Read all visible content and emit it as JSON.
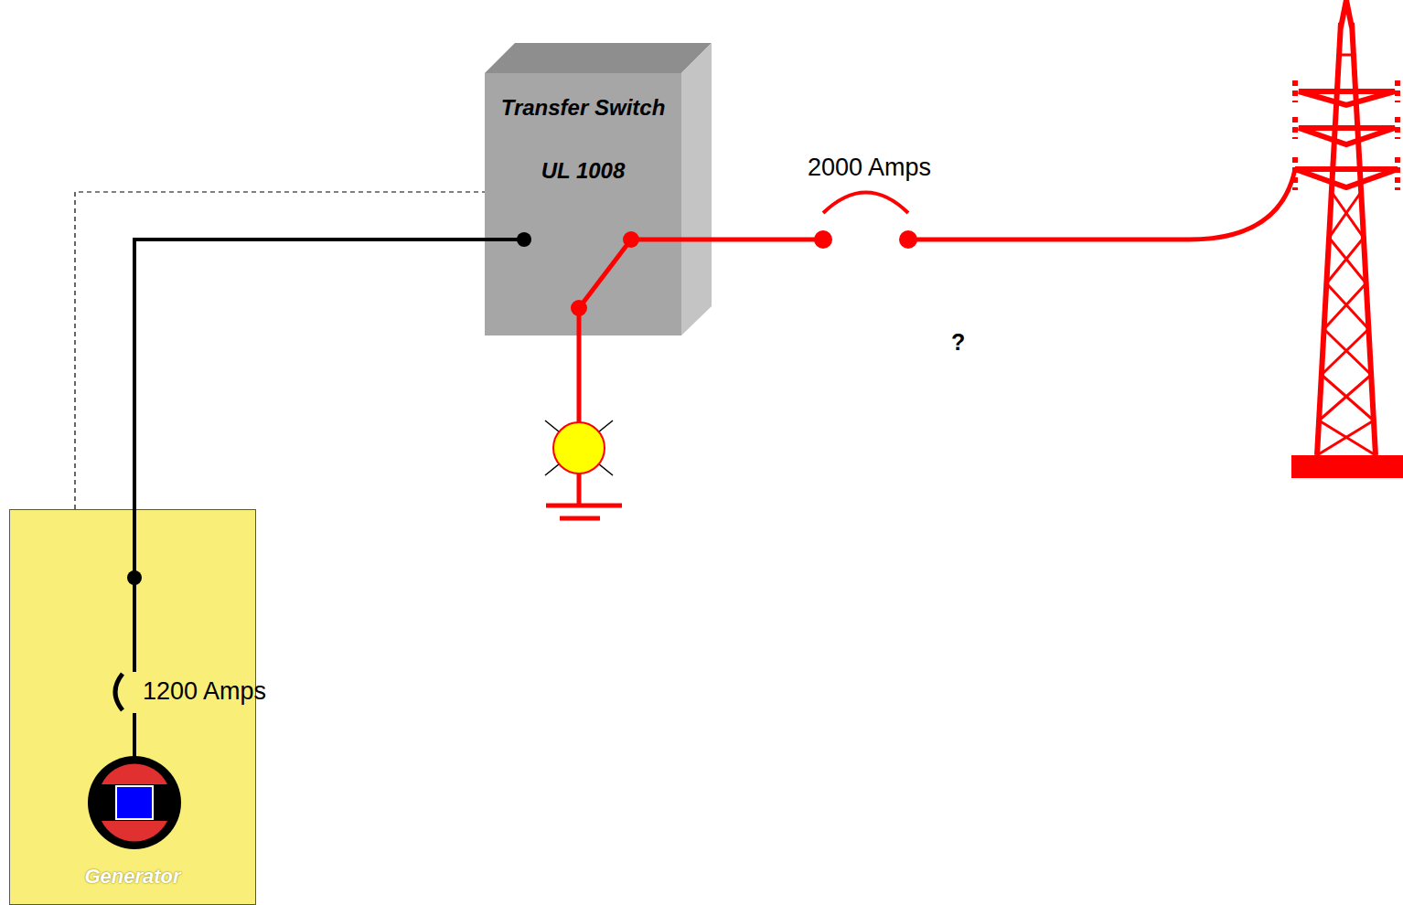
{
  "diagram": {
    "nodes": [
      {
        "text": [
          "Transfer Switch",
          "UL 1008"
        ]
      },
      {
        "text": [
          "Generator"
        ]
      }
    ],
    "edges": [
      {
        "from": 1,
        "to": 0,
        "arrow": "none"
      },
      {
        "from": 1,
        "to": 0,
        "arrow": "none"
      }
    ],
    "labels": [
      "2000 Amps",
      "?",
      "1200 Amps"
    ]
  }
}
